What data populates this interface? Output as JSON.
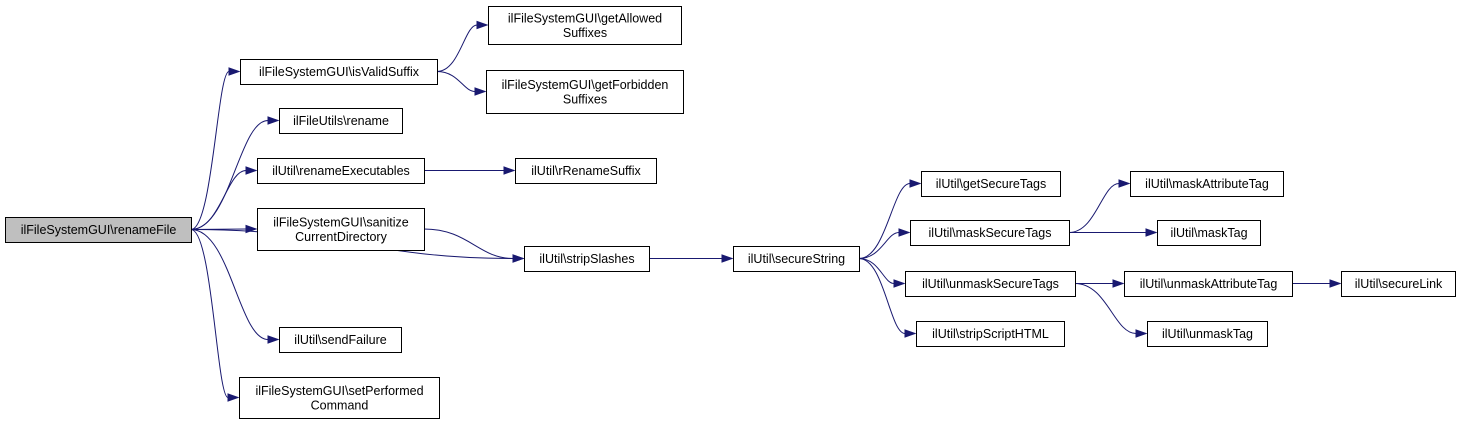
{
  "colors": {
    "edge": "#191970",
    "node_border": "#000000",
    "root_fill": "#bfbfbf",
    "node_fill": "#ffffff"
  },
  "nodes": [
    {
      "id": "renameFile",
      "label": [
        "ilFileSystemGUI\\renameFile"
      ],
      "root": true
    },
    {
      "id": "isValidSuffix",
      "label": [
        "ilFileSystemGUI\\isValidSuffix"
      ]
    },
    {
      "id": "getAllowedSuffixes",
      "label": [
        "ilFileSystemGUI\\getAllowed",
        "Suffixes"
      ]
    },
    {
      "id": "getForbiddenSuffixes",
      "label": [
        "ilFileSystemGUI\\getForbidden",
        "Suffixes"
      ]
    },
    {
      "id": "fileUtilsRename",
      "label": [
        "ilFileUtils\\rename"
      ]
    },
    {
      "id": "renameExecutables",
      "label": [
        "ilUtil\\renameExecutables"
      ]
    },
    {
      "id": "rRenameSuffix",
      "label": [
        "ilUtil\\rRenameSuffix"
      ]
    },
    {
      "id": "sanitizeCurrentDirectory",
      "label": [
        "ilFileSystemGUI\\sanitize",
        "CurrentDirectory"
      ]
    },
    {
      "id": "stripSlashes",
      "label": [
        "ilUtil\\stripSlashes"
      ]
    },
    {
      "id": "secureString",
      "label": [
        "ilUtil\\secureString"
      ]
    },
    {
      "id": "getSecureTags",
      "label": [
        "ilUtil\\getSecureTags"
      ]
    },
    {
      "id": "maskSecureTags",
      "label": [
        "ilUtil\\maskSecureTags"
      ]
    },
    {
      "id": "maskAttributeTag",
      "label": [
        "ilUtil\\maskAttributeTag"
      ]
    },
    {
      "id": "maskTag",
      "label": [
        "ilUtil\\maskTag"
      ]
    },
    {
      "id": "unmaskSecureTags",
      "label": [
        "ilUtil\\unmaskSecureTags"
      ]
    },
    {
      "id": "unmaskAttributeTag",
      "label": [
        "ilUtil\\unmaskAttributeTag"
      ]
    },
    {
      "id": "secureLink",
      "label": [
        "ilUtil\\secureLink"
      ]
    },
    {
      "id": "unmaskTag",
      "label": [
        "ilUtil\\unmaskTag"
      ]
    },
    {
      "id": "stripScriptHTML",
      "label": [
        "ilUtil\\stripScriptHTML"
      ]
    },
    {
      "id": "sendFailure",
      "label": [
        "ilUtil\\sendFailure"
      ]
    },
    {
      "id": "setPerformedCommand",
      "label": [
        "ilFileSystemGUI\\setPerformed",
        "Command"
      ]
    }
  ],
  "edges": [
    {
      "from": "renameFile",
      "to": "isValidSuffix"
    },
    {
      "from": "isValidSuffix",
      "to": "getAllowedSuffixes"
    },
    {
      "from": "isValidSuffix",
      "to": "getForbiddenSuffixes"
    },
    {
      "from": "renameFile",
      "to": "fileUtilsRename"
    },
    {
      "from": "renameFile",
      "to": "renameExecutables"
    },
    {
      "from": "renameExecutables",
      "to": "rRenameSuffix"
    },
    {
      "from": "renameFile",
      "to": "sanitizeCurrentDirectory"
    },
    {
      "from": "sanitizeCurrentDirectory",
      "to": "stripSlashes"
    },
    {
      "from": "renameFile",
      "to": "stripSlashes"
    },
    {
      "from": "stripSlashes",
      "to": "secureString"
    },
    {
      "from": "secureString",
      "to": "getSecureTags"
    },
    {
      "from": "secureString",
      "to": "maskSecureTags"
    },
    {
      "from": "maskSecureTags",
      "to": "maskAttributeTag"
    },
    {
      "from": "maskSecureTags",
      "to": "maskTag"
    },
    {
      "from": "secureString",
      "to": "unmaskSecureTags"
    },
    {
      "from": "unmaskSecureTags",
      "to": "unmaskAttributeTag"
    },
    {
      "from": "unmaskAttributeTag",
      "to": "secureLink"
    },
    {
      "from": "unmaskSecureTags",
      "to": "unmaskTag"
    },
    {
      "from": "secureString",
      "to": "stripScriptHTML"
    },
    {
      "from": "renameFile",
      "to": "sendFailure"
    },
    {
      "from": "renameFile",
      "to": "setPerformedCommand"
    }
  ]
}
